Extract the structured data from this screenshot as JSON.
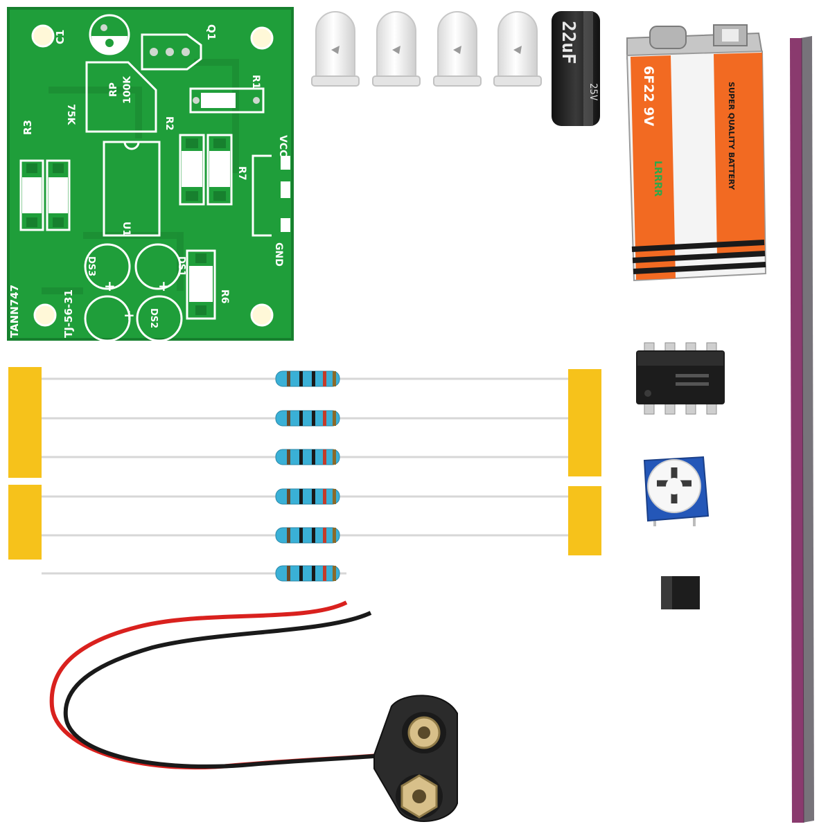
{
  "pcb": {
    "labels": {
      "c1": "C1",
      "q1": "Q1",
      "r1": "R1",
      "rp": "RP",
      "rp_value": "100K",
      "r2": "R2",
      "r3": "R3",
      "r3_value": "75K",
      "r7": "R7",
      "vcc": "VCC",
      "u1": "U1",
      "gnd": "GND",
      "ds3": "DS3",
      "ds1": "DS1",
      "ds2": "DS2",
      "r6": "R6",
      "part_no": "TANN747",
      "tj_code": "TJ-56-31",
      "plus_a": "+",
      "plus_b": "+",
      "plus_c": "+"
    }
  },
  "capacitor": {
    "value": "22uF",
    "voltage": "25V"
  },
  "battery": {
    "model": "6F22 9V",
    "brand": "SUPER QUALITY BATTERY",
    "mark": "LRRRR"
  },
  "colors": {
    "pcb_green": "#1f9e3a",
    "pcb_dark": "#17802e",
    "pad": "#ffffff",
    "tape": "#f6c21b",
    "battery_orange": "#f26a22",
    "wire_red": "#d9211e",
    "wire_black": "#1a1a1a",
    "ribbon_purple": "#8a3a6e",
    "ribbon_gray": "#77737a"
  }
}
